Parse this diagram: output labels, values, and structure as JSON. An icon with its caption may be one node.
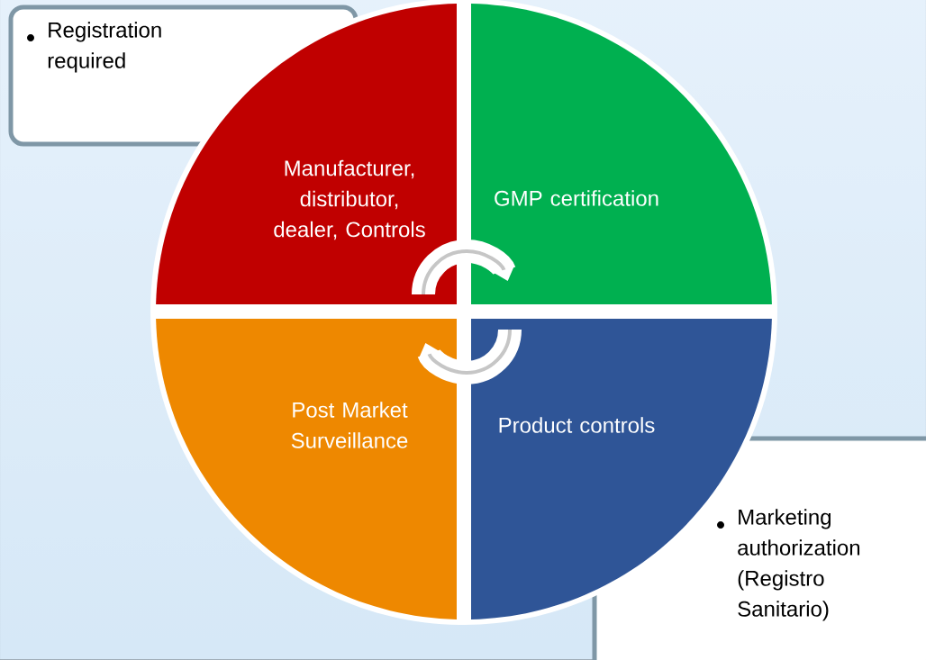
{
  "diagram": {
    "nodes": [
      {
        "text": [
          "Registration required"
        ]
      },
      {
        "text": [
          "Manufacturer, distributor, dealer, Controls"
        ]
      },
      {
        "text": [
          "GMP certification"
        ]
      },
      {
        "text": [
          "Post Market Surveillance"
        ]
      },
      {
        "text": [
          "Product controls"
        ]
      },
      {
        "text": [
          "Marketing authorization (Registro Sanitario)"
        ]
      }
    ],
    "edges": [
      {
        "from": 1,
        "to": 2,
        "arrow": "to"
      },
      {
        "from": 4,
        "to": 3,
        "arrow": "to"
      }
    ]
  }
}
